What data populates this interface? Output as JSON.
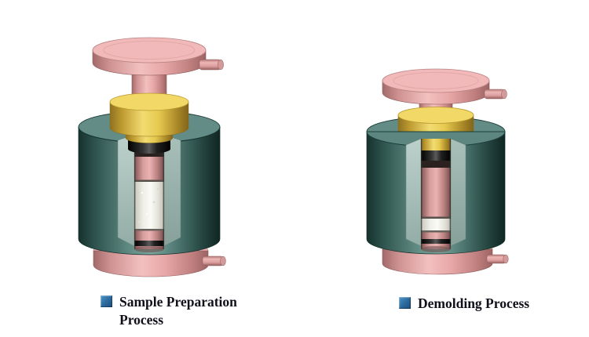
{
  "figure": {
    "title": "Mold sample preparation and demolding diagram",
    "captions": {
      "left": {
        "text": "Sample Preparation Process"
      },
      "right": {
        "text": "Demolding Process"
      }
    },
    "legend": {
      "bullet_color": "#2a689c"
    },
    "colors": {
      "press_platen_pink": "#e8a6a6",
      "piston_yellow": "#e6c94f",
      "mold_body_teal": "#4e7f78",
      "seal_black": "#1a1a1a",
      "specimen_white": "#f4f4ee"
    }
  }
}
